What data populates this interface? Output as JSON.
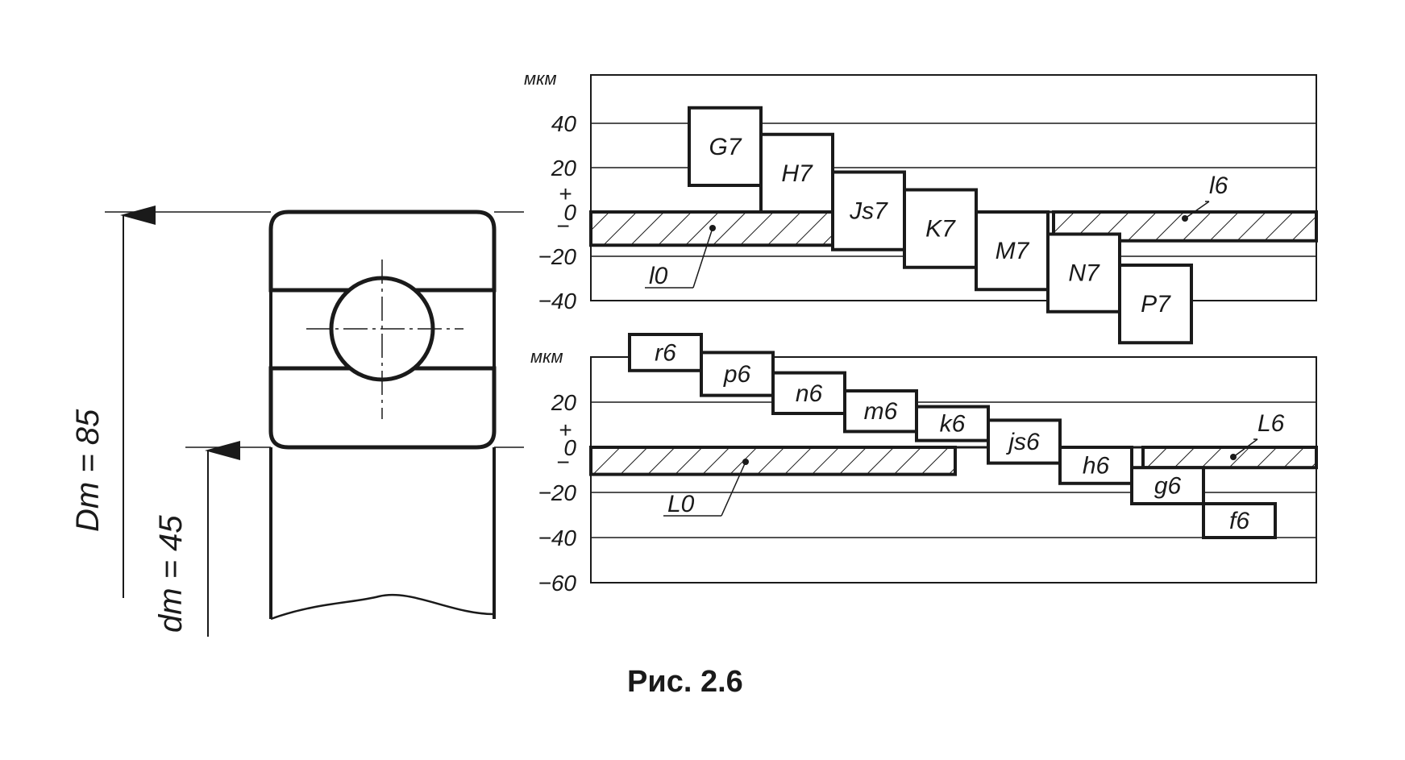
{
  "caption": "Рис.  2.6",
  "unit": "мкм",
  "bearing": {
    "outer_dim": "Dm = 85",
    "inner_dim": "dm = 45"
  },
  "upper_chart": {
    "unit": "мкм",
    "ticks": [
      40,
      20,
      0,
      -20,
      -40
    ],
    "tick_labels": [
      "40",
      "20",
      "0",
      "−20",
      "−40"
    ],
    "ylim": [
      -40,
      60
    ],
    "sign_plus": "+",
    "sign_minus": "−",
    "bearing_zone": {
      "label": "l0",
      "upper": 0,
      "lower": -15
    },
    "bearing_zone_right": {
      "label": "l6",
      "upper": 0,
      "lower": -13
    },
    "zones": [
      {
        "label": "G7",
        "upper": 47,
        "lower": 12
      },
      {
        "label": "H7",
        "upper": 35,
        "lower": 0
      },
      {
        "label": "Js7",
        "upper": 18,
        "lower": -17
      },
      {
        "label": "K7",
        "upper": 10,
        "lower": -25
      },
      {
        "label": "M7",
        "upper": 0,
        "lower": -35
      },
      {
        "label": "N7",
        "upper": -10,
        "lower": -45
      },
      {
        "label": "P7",
        "upper": -24,
        "lower": -59
      }
    ]
  },
  "lower_chart": {
    "unit": "мкм",
    "ticks": [
      20,
      0,
      -20,
      -40,
      -60
    ],
    "tick_labels": [
      "20",
      "0",
      "−20",
      "−40",
      "−60"
    ],
    "ylim": [
      -60,
      40
    ],
    "sign_plus": "+",
    "sign_minus": "−",
    "bearing_zone": {
      "label": "L0",
      "upper": 0,
      "lower": -12
    },
    "bearing_zone_right": {
      "label": "L6",
      "upper": 0,
      "lower": -9
    },
    "zones": [
      {
        "label": "r6",
        "upper": 50,
        "lower": 34
      },
      {
        "label": "p6",
        "upper": 42,
        "lower": 23
      },
      {
        "label": "n6",
        "upper": 33,
        "lower": 15
      },
      {
        "label": "m6",
        "upper": 25,
        "lower": 7
      },
      {
        "label": "k6",
        "upper": 18,
        "lower": 3
      },
      {
        "label": "js6",
        "upper": 12,
        "lower": -7
      },
      {
        "label": "h6",
        "upper": 0,
        "lower": -16
      },
      {
        "label": "g6",
        "upper": -9,
        "lower": -25
      },
      {
        "label": "f6",
        "upper": -25,
        "lower": -40
      }
    ]
  }
}
